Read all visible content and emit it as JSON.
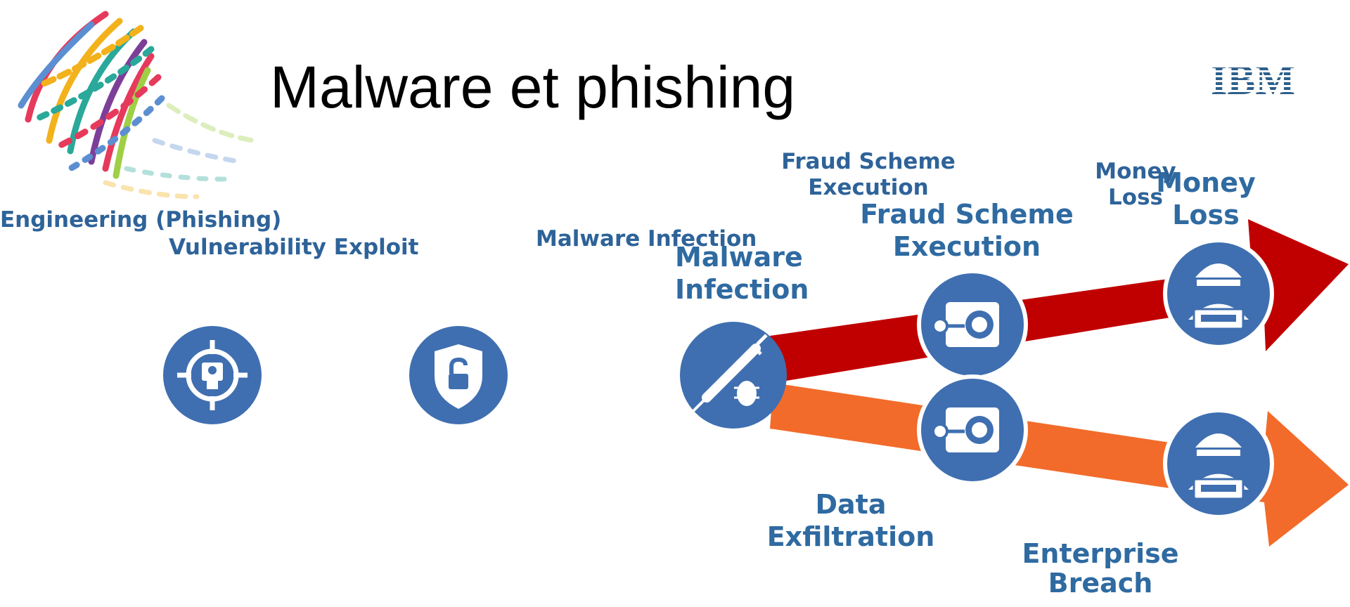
{
  "slide": {
    "title": "Malware et phishing"
  },
  "logo": {
    "text": "IBM",
    "color": "#2c5f8a"
  },
  "labels": {
    "social_engineering": "Engineering (Phishing)",
    "vulnerability_exploit": "Vulnerability Exploit",
    "malware_infection_small": "Malware Infection",
    "malware_infection_large_1": "Malware",
    "malware_infection_large_2": "Infection",
    "fraud_small_1": "Fraud Scheme",
    "fraud_small_2": "Execution",
    "fraud_large_1": "Fraud Scheme",
    "fraud_large_2": "Execution",
    "money_small_1": "Money",
    "money_small_2": "Loss",
    "money_large_1": "Money",
    "money_large_2": "Loss",
    "data_exfil_1": "Data",
    "data_exfil_2": "Exfiltration",
    "enterprise_1": "Enterprise",
    "enterprise_2": "Breach"
  },
  "icons": {
    "phishing": "target-user-icon",
    "exploit": "shield-unlock-icon",
    "malware": "syringe-bug-icon",
    "fraud_top": "vault-key-icon",
    "fraud_bottom": "vault-key-icon",
    "money": "hacker-icon",
    "breach": "hacker-icon"
  },
  "colors": {
    "label_blue": "#2e6399",
    "circle_blue": "#3f6fb0",
    "arrow_red": "#c00000",
    "arrow_orange": "#f26b2a"
  }
}
